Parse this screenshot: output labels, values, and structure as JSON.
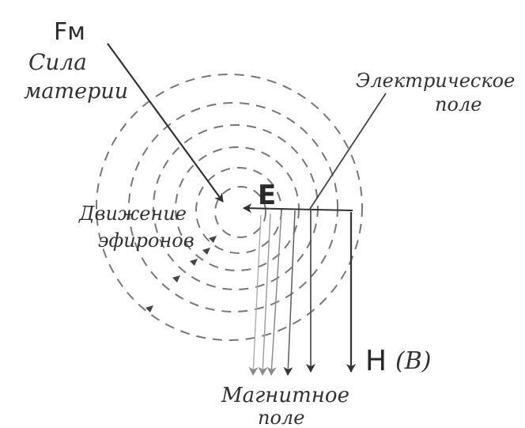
{
  "labels": {
    "force_symbol": "Fм",
    "force_name_line1": "Сила",
    "force_name_line2": "материи",
    "electric_field_line1": "Электрическое",
    "electric_field_line2": "поле",
    "electron_motion_line1": "Движение",
    "electron_motion_line2": "эфиронов",
    "e_symbol": "E",
    "h_symbol": "H",
    "b_symbol": "(B)",
    "magnetic_field_line1": "Магнитное",
    "magnetic_field_line2": "поле"
  },
  "colors": {
    "ink": "#333333",
    "dashes": "#777777",
    "light_lines": "#8c8c8c"
  }
}
